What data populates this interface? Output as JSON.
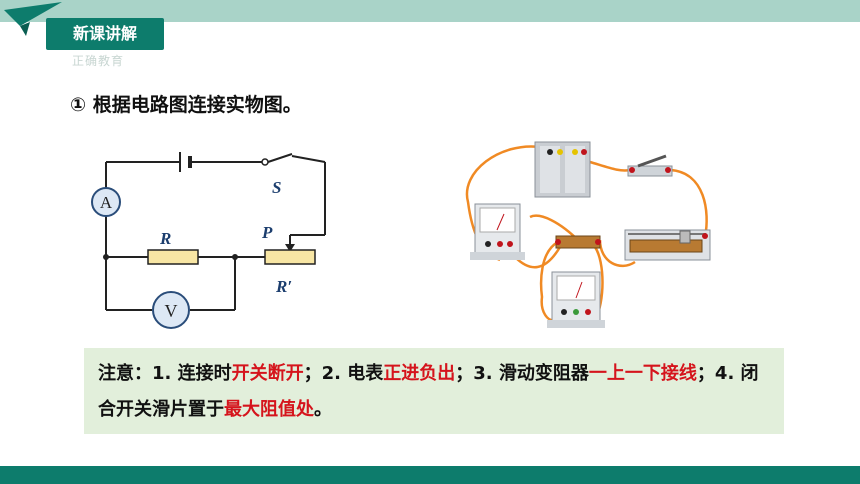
{
  "section_tag": "新课讲解",
  "watermark": "正确教育",
  "heading": "① 根据电路图连接实物图。",
  "circuit": {
    "ammeter": "A",
    "voltmeter": "V",
    "switch": "S",
    "resistor": "R",
    "slider": "P",
    "rheostat": "R′"
  },
  "note": {
    "p1": "注意：1. 连接时",
    "r1": "开关断开",
    "p2": "；2. 电表",
    "r2": "正进负出",
    "p3": "；3. 滑动变阻器",
    "r3": "一上一下接线",
    "p4": "；4. 闭合开关滑片置于",
    "r4": "最大阻值处",
    "p5": "。"
  },
  "colors": {
    "teal": "#0d7c6c",
    "light_teal": "#a9d3c8",
    "note_bg": "#e2efdb",
    "highlight": "#d5141c",
    "wire": "#f08a24"
  }
}
